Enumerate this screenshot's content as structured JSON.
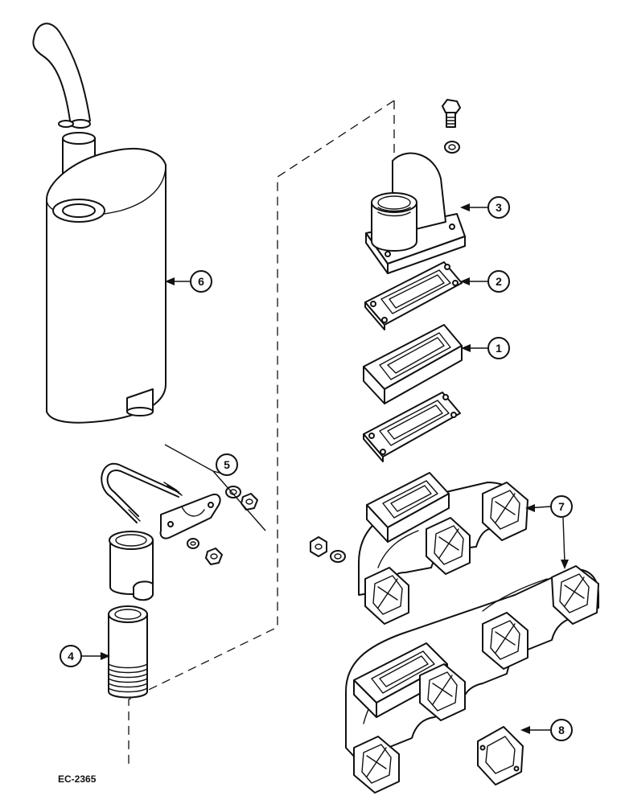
{
  "diagram": {
    "callouts": [
      {
        "id": "c1",
        "label": "1"
      },
      {
        "id": "c2",
        "label": "2"
      },
      {
        "id": "c3",
        "label": "3"
      },
      {
        "id": "c4",
        "label": "4"
      },
      {
        "id": "c5",
        "label": "5"
      },
      {
        "id": "c6",
        "label": "6"
      },
      {
        "id": "c7",
        "label": "7"
      },
      {
        "id": "c8",
        "label": "8"
      }
    ],
    "figure_code": "EC-2365"
  }
}
